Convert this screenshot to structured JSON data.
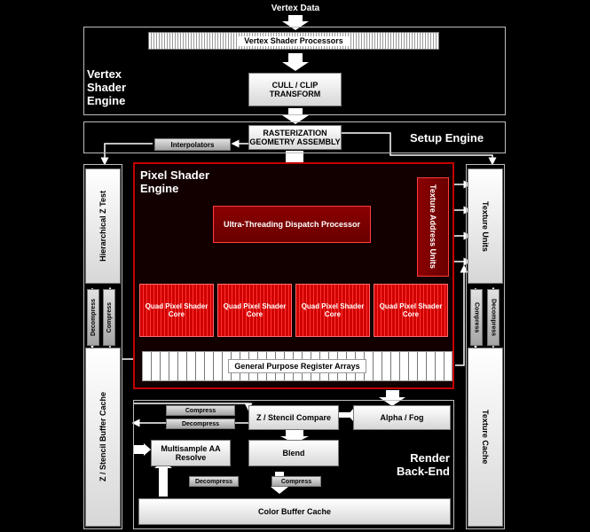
{
  "input_label": "Vertex Data",
  "sections": {
    "vertex": "Vertex Shader Engine",
    "setup": "Setup Engine",
    "pixel": "Pixel Shader Engine",
    "render": "Render Back-End"
  },
  "blocks": {
    "vertex_shader_processors": "Vertex Shader Processors",
    "cull_clip": "CULL / CLIP TRANSFORM",
    "rasterization": "RASTERIZATION GEOMETRY ASSEMBLY",
    "interpolators": "Interpolators",
    "hier_z": "Hierarchical Z Test",
    "dispatch": "Ultra-Threading Dispatch Processor",
    "tex_addr": "Texture Address Units",
    "tex_units": "Texture Units",
    "quad": "Quad Pixel Shader Core",
    "gpra": "General Purpose Register Arrays",
    "zs_cache": "Z / Stencil Buffer Cache",
    "tex_cache": "Texture Cache",
    "zs_compare": "Z / Stencil Compare",
    "alpha_fog": "Alpha / Fog",
    "msaa": "Multisample AA Resolve",
    "blend": "Blend",
    "color_cache": "Color Buffer Cache",
    "compress": "Compress",
    "decompress": "Decompress"
  },
  "colors": {
    "accent_red": "#c40000",
    "frame": "#bdbdbd"
  }
}
